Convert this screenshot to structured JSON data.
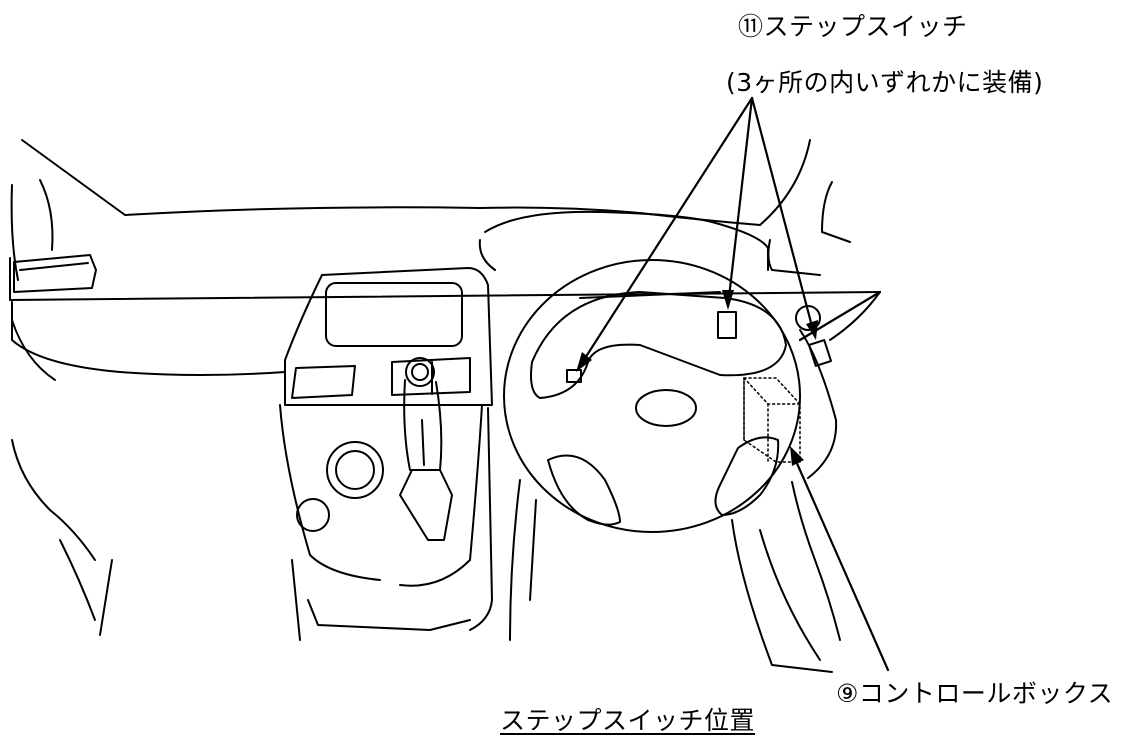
{
  "labels": {
    "step_switch": "⑪ステップスイッチ",
    "step_switch_note": "(3ヶ所の内いずれかに装備)",
    "control_box": "⑨コントロールボックス",
    "caption": "ステップスイッチ位置"
  }
}
